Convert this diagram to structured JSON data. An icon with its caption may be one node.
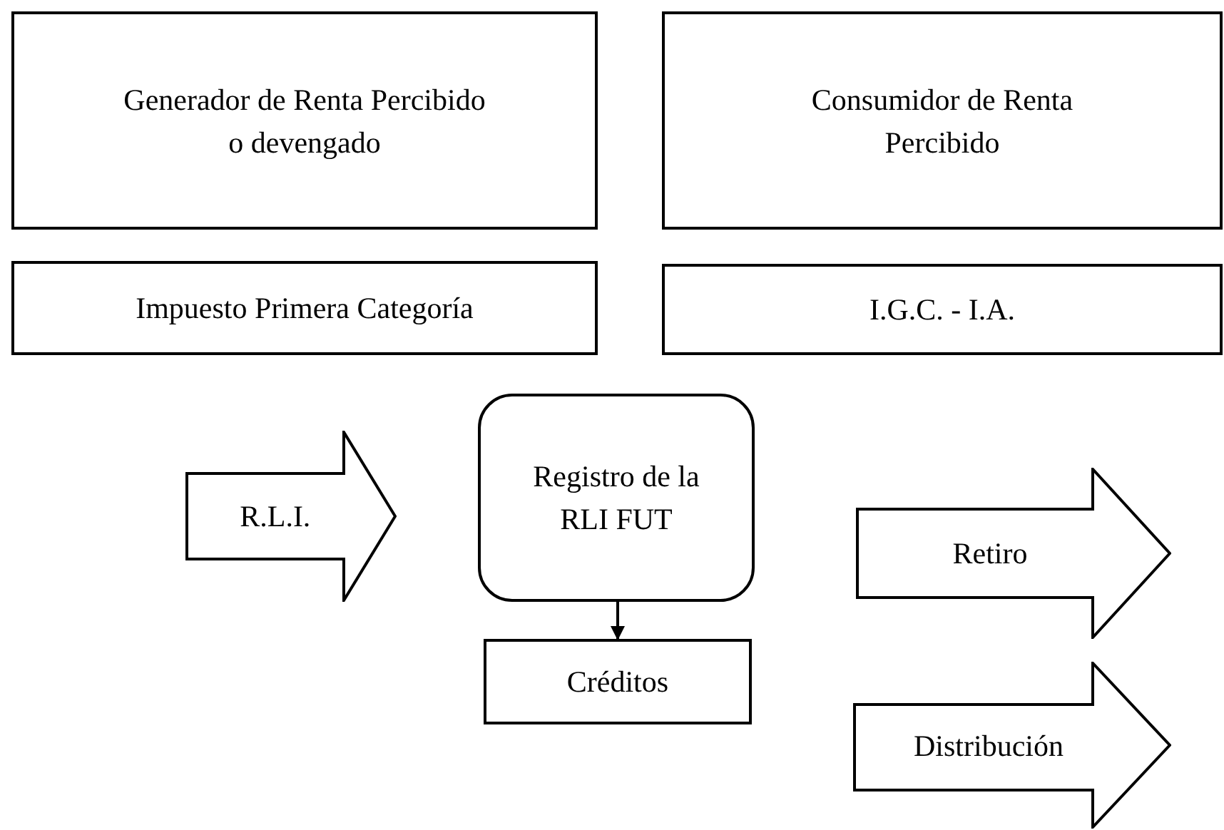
{
  "diagram": {
    "nodes": [
      {
        "text": [
          "Generador de Renta Percibido o devengado"
        ]
      },
      {
        "text": [
          "Consumidor de Renta Percibido"
        ]
      },
      {
        "text": [
          "Impuesto Primera Categoría"
        ]
      },
      {
        "text": [
          "I.G.C. - I.A."
        ]
      },
      {
        "text": [
          "R.L.I."
        ]
      },
      {
        "text": [
          "Registro de la RLI FUT"
        ]
      },
      {
        "text": [
          "Retiro"
        ]
      },
      {
        "text": [
          "Créditos"
        ]
      },
      {
        "text": [
          "Distribución"
        ]
      }
    ],
    "edges": [
      {
        "from": 5,
        "to": 7,
        "arrow": "to"
      }
    ]
  }
}
